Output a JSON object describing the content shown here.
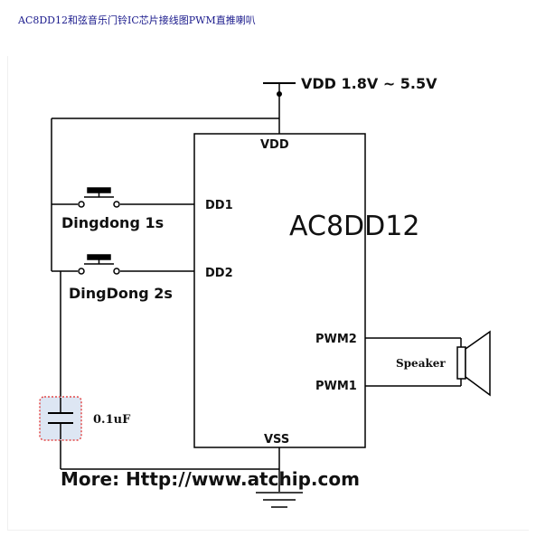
{
  "caption": "AC8DD12和弦音乐门铃IC芯片接线图PWM直推喇叭",
  "supply": {
    "label": "VDD  1.8V ~ 5.5V"
  },
  "chip": {
    "name": "AC8DD12",
    "pins": {
      "vdd": "VDD",
      "dd1": "DD1",
      "dd2": "DD2",
      "pwm2": "PWM2",
      "pwm1": "PWM1",
      "vss": "VSS"
    }
  },
  "switches": {
    "sw1": "Dingdong 1s",
    "sw2": "DingDong 2s"
  },
  "capacitor": {
    "label": "0.1uF"
  },
  "speaker": {
    "label": "Speaker"
  },
  "footer": {
    "text": "More: Http://www.atchip.com"
  }
}
